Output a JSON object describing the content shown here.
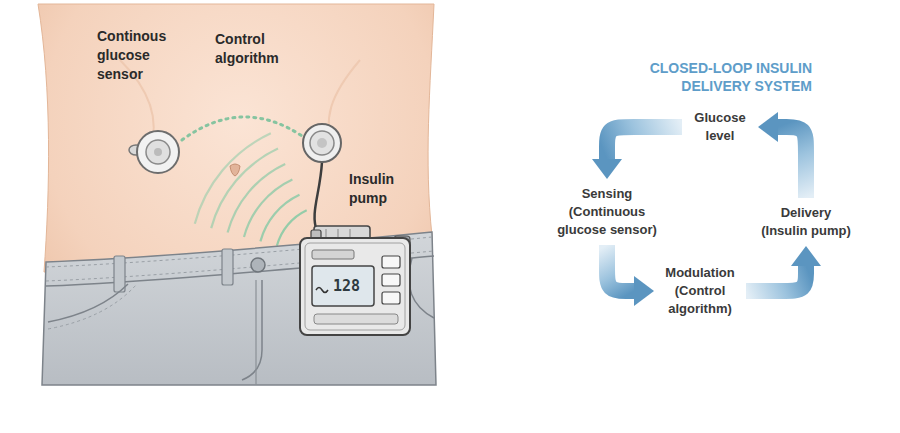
{
  "diagram": {
    "title": "CLOSED-LOOP INSULIN DELIVERY SYSTEM",
    "nodes": [
      {
        "text": [
          "Glucose level"
        ]
      },
      {
        "text": [
          "Sensing (Continuous glucose sensor)"
        ]
      },
      {
        "text": [
          "Modulation (Control algorithm)"
        ]
      },
      {
        "text": [
          "Delivery (Insulin pump)"
        ]
      }
    ],
    "edges": [
      {
        "from": 0,
        "to": 1,
        "arrow": "to"
      },
      {
        "from": 1,
        "to": 2,
        "arrow": "to"
      },
      {
        "from": 2,
        "to": 3,
        "arrow": "to"
      },
      {
        "from": 3,
        "to": 0,
        "arrow": "to"
      }
    ],
    "labels": [
      "Continous glucose sensor",
      "Control algorithm",
      "Insulin pump",
      "128"
    ]
  }
}
